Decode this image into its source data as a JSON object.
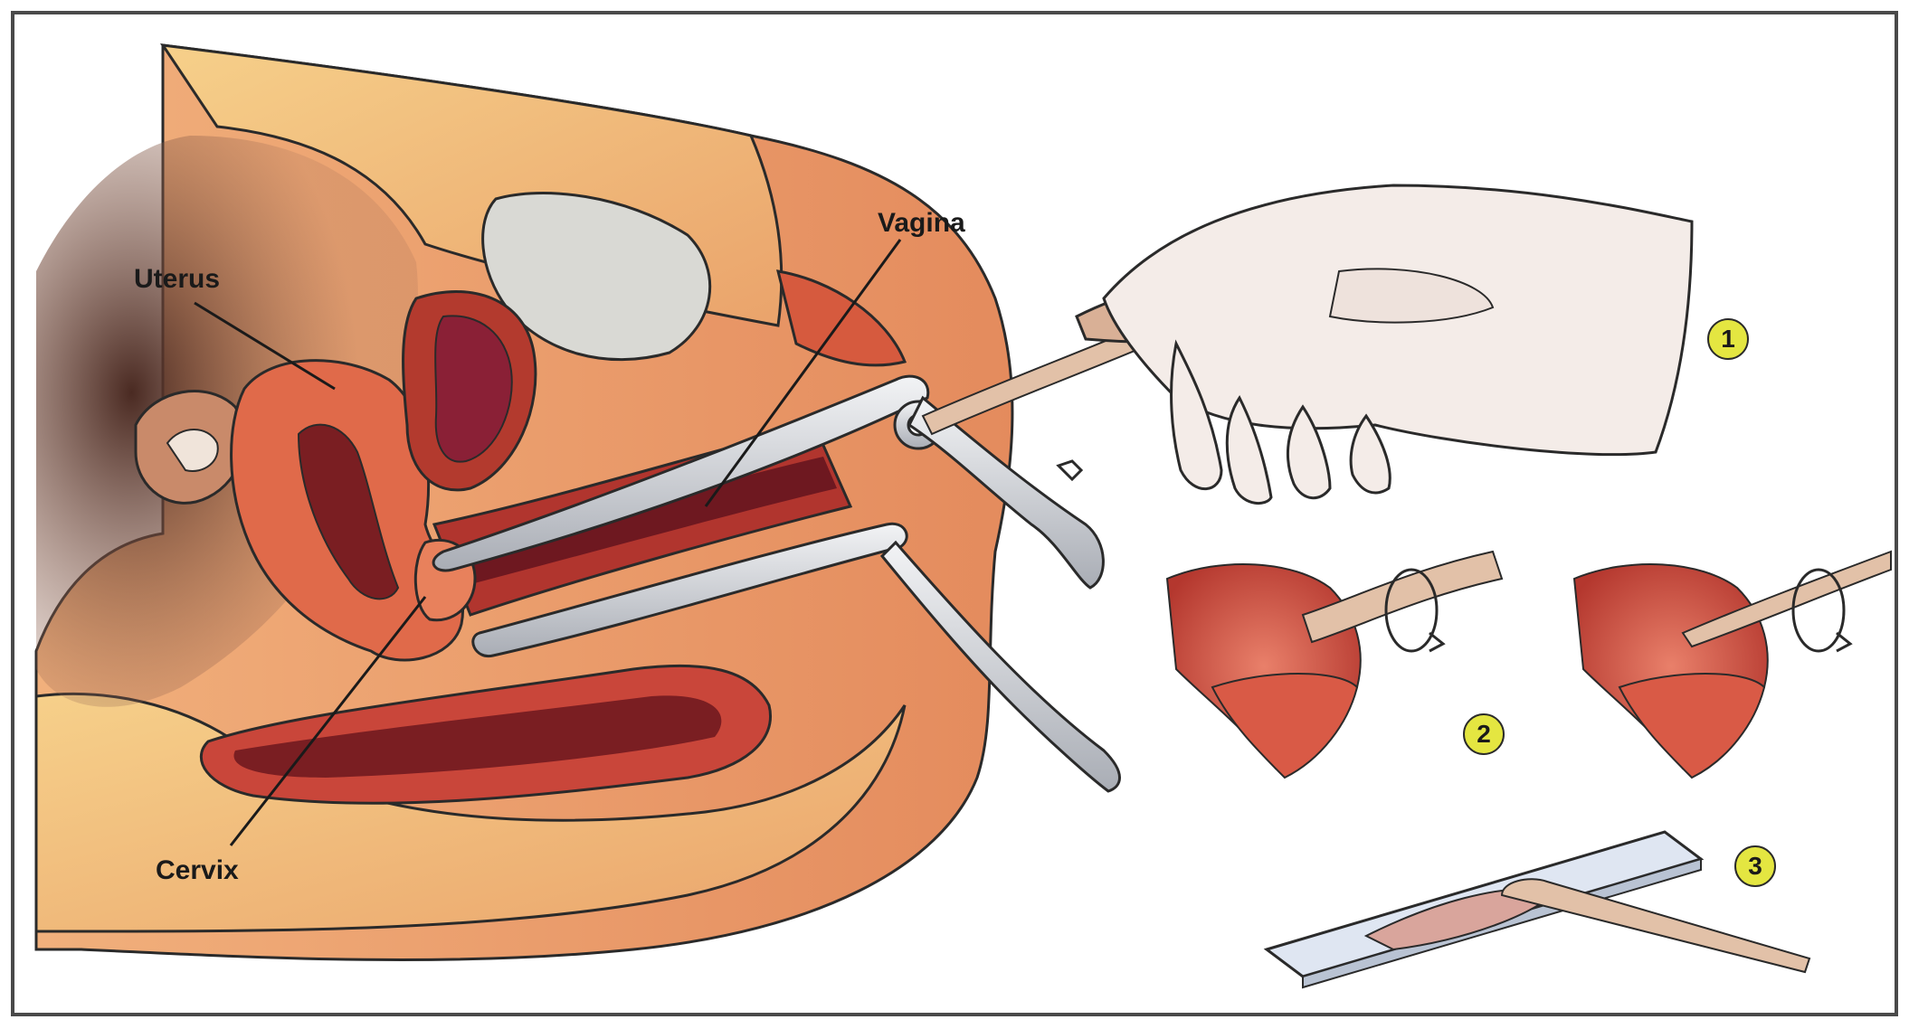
{
  "labels": {
    "uterus": "Uterus",
    "vagina": "Vagina",
    "cervix": "Cervix"
  },
  "steps": [
    "1",
    "2",
    "3"
  ],
  "colors": {
    "frame": "#4a4a4a",
    "skin_yellow": "#f3c776",
    "skin_orange": "#e9a06c",
    "tissue_red": "#c84a36",
    "tissue_dark": "#7a1e22",
    "bladder": "#d9d9d4",
    "speculum": "#c9ccd1",
    "glove": "#f4ece8",
    "swab": "#e2c1a8",
    "step_badge": "#e4e641",
    "slide": "#dfe6f2"
  }
}
